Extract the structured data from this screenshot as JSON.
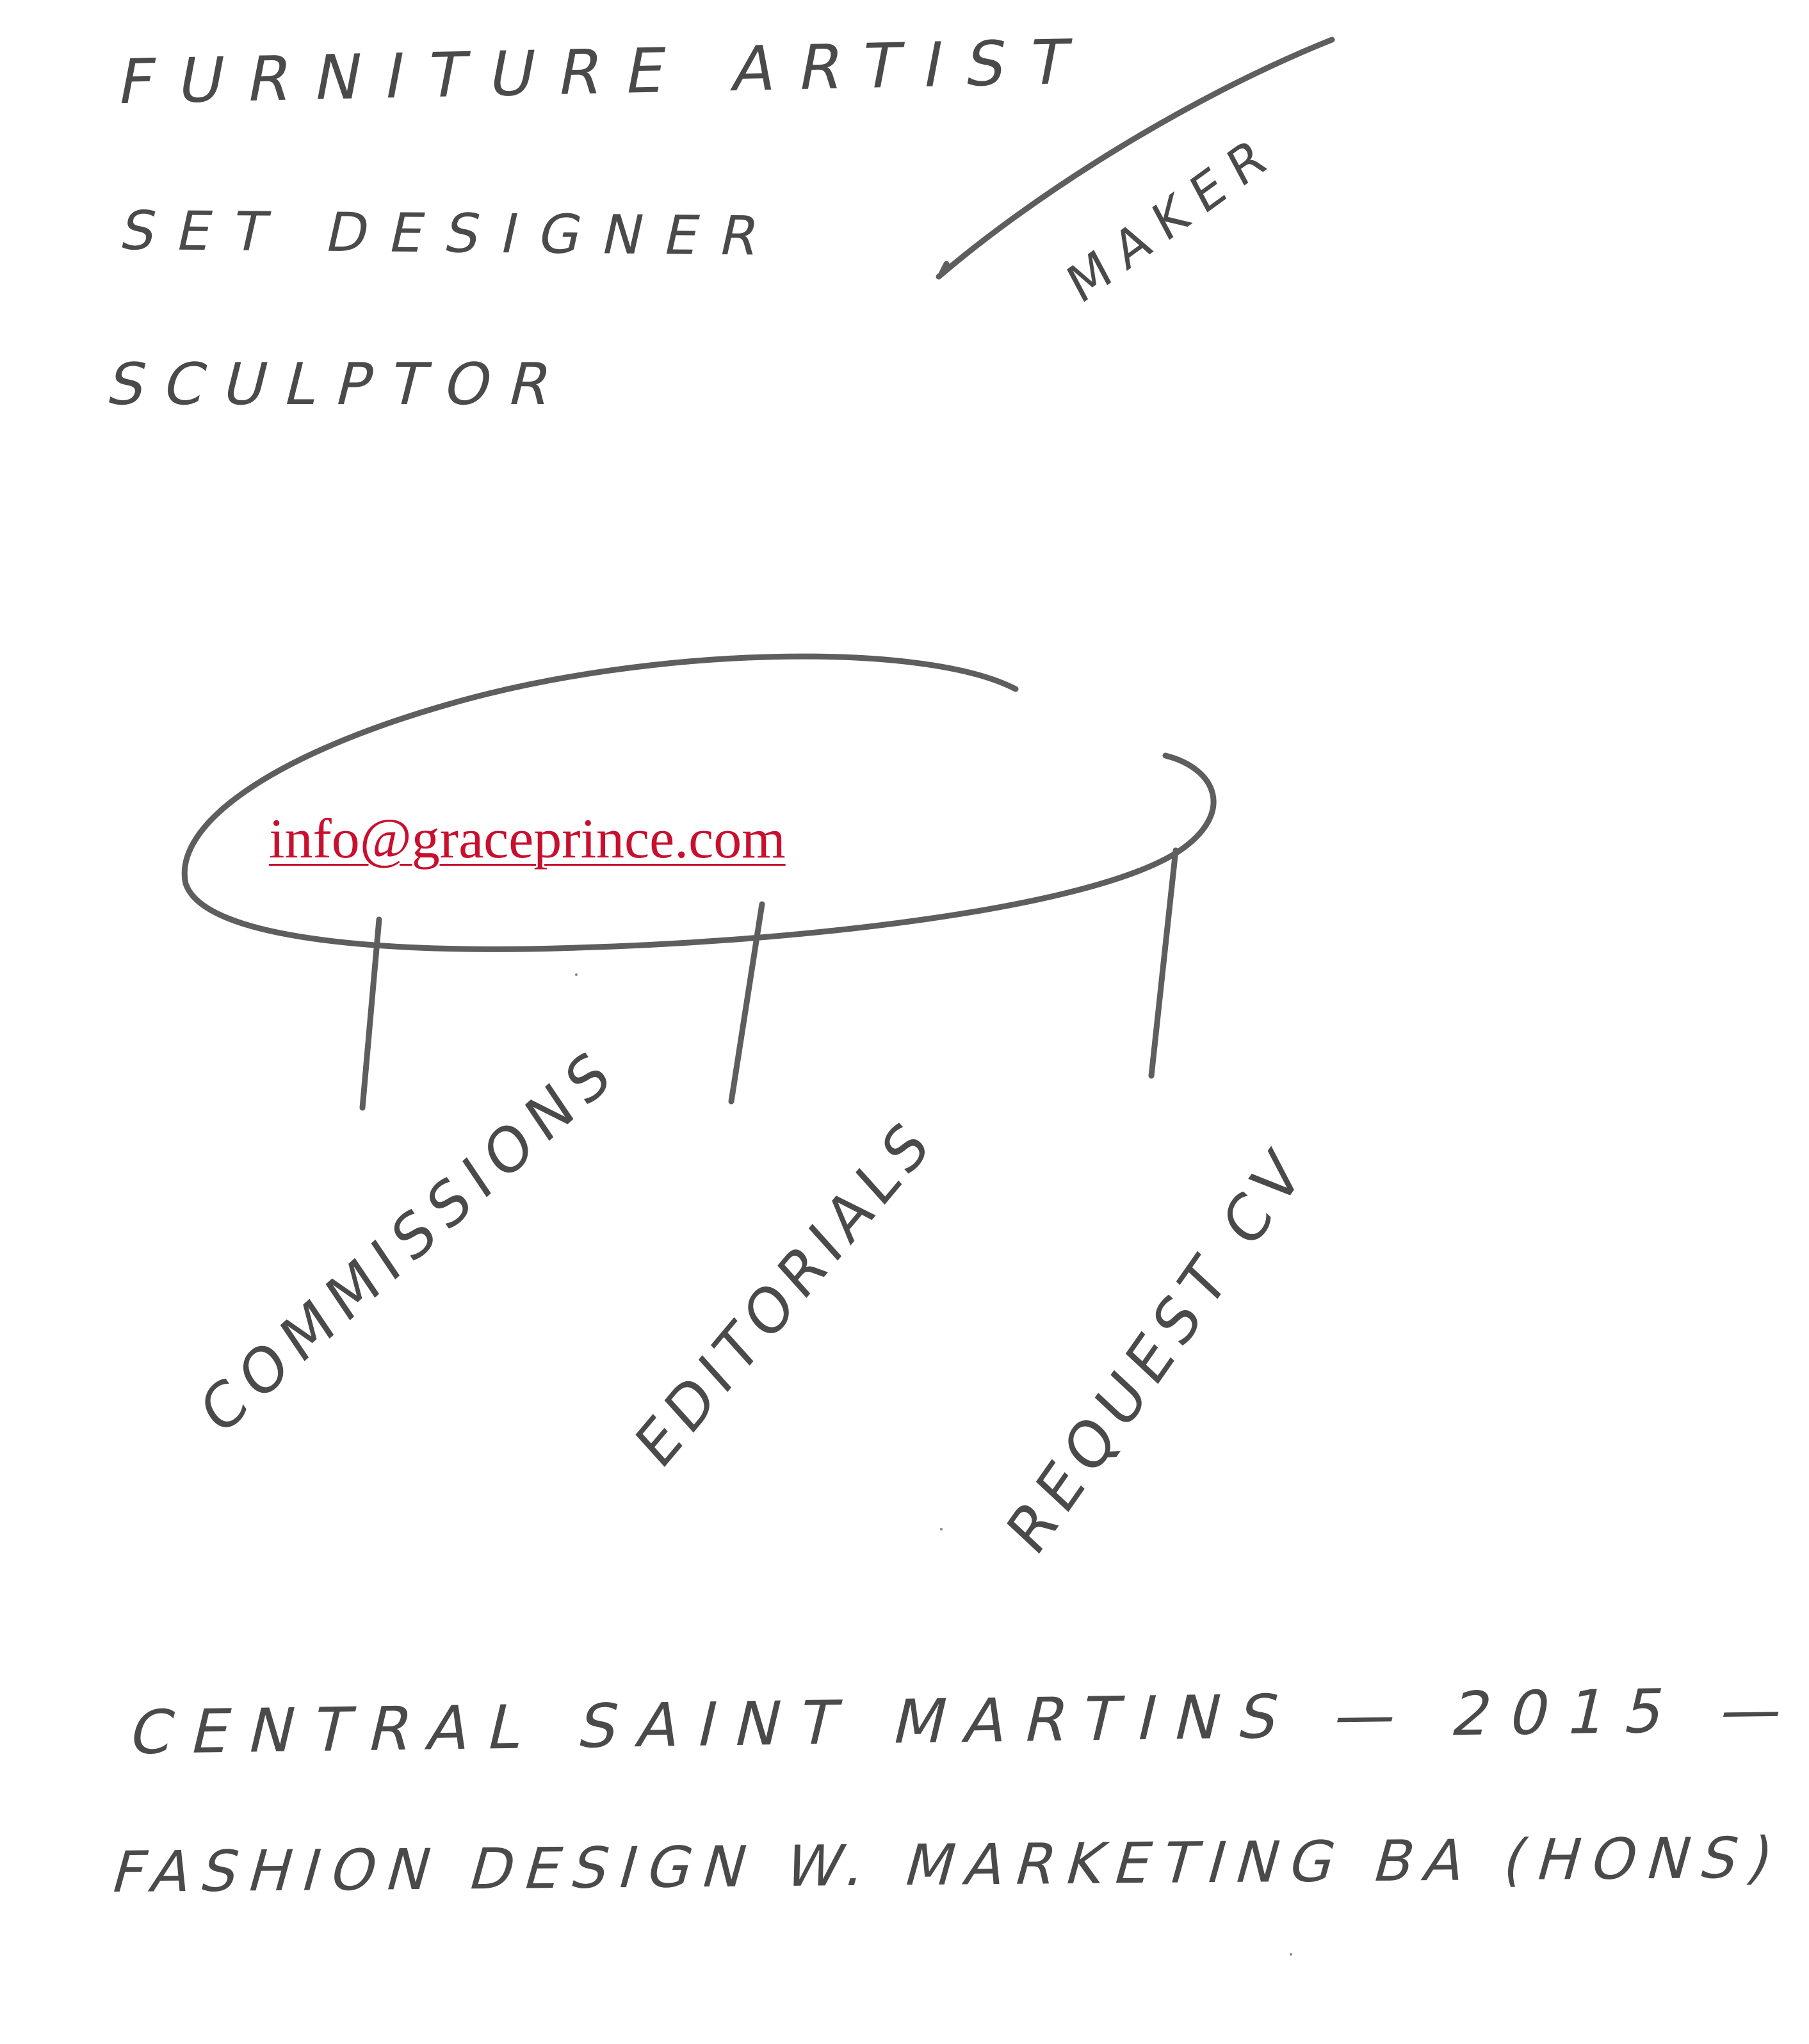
{
  "header": {
    "roles": [
      "FURNITURE ARTIST",
      "SET DESIGNER",
      "SCULPTOR"
    ],
    "maker": "MAKER"
  },
  "table": {
    "email": "info@graceprince.com"
  },
  "links": {
    "commissions": "COMMISSIONS",
    "editorials": "EDITORIALS",
    "request_cv": "REQUEST CV"
  },
  "footer": {
    "school": "CENTRAL SAINT MARTINS — 2015 —",
    "degree": "FASHION DESIGN W. MARKETING BA (Hons)"
  },
  "colors": {
    "ink": "#4a4a4a",
    "link": "#c8102e",
    "background": "#ffffff"
  }
}
